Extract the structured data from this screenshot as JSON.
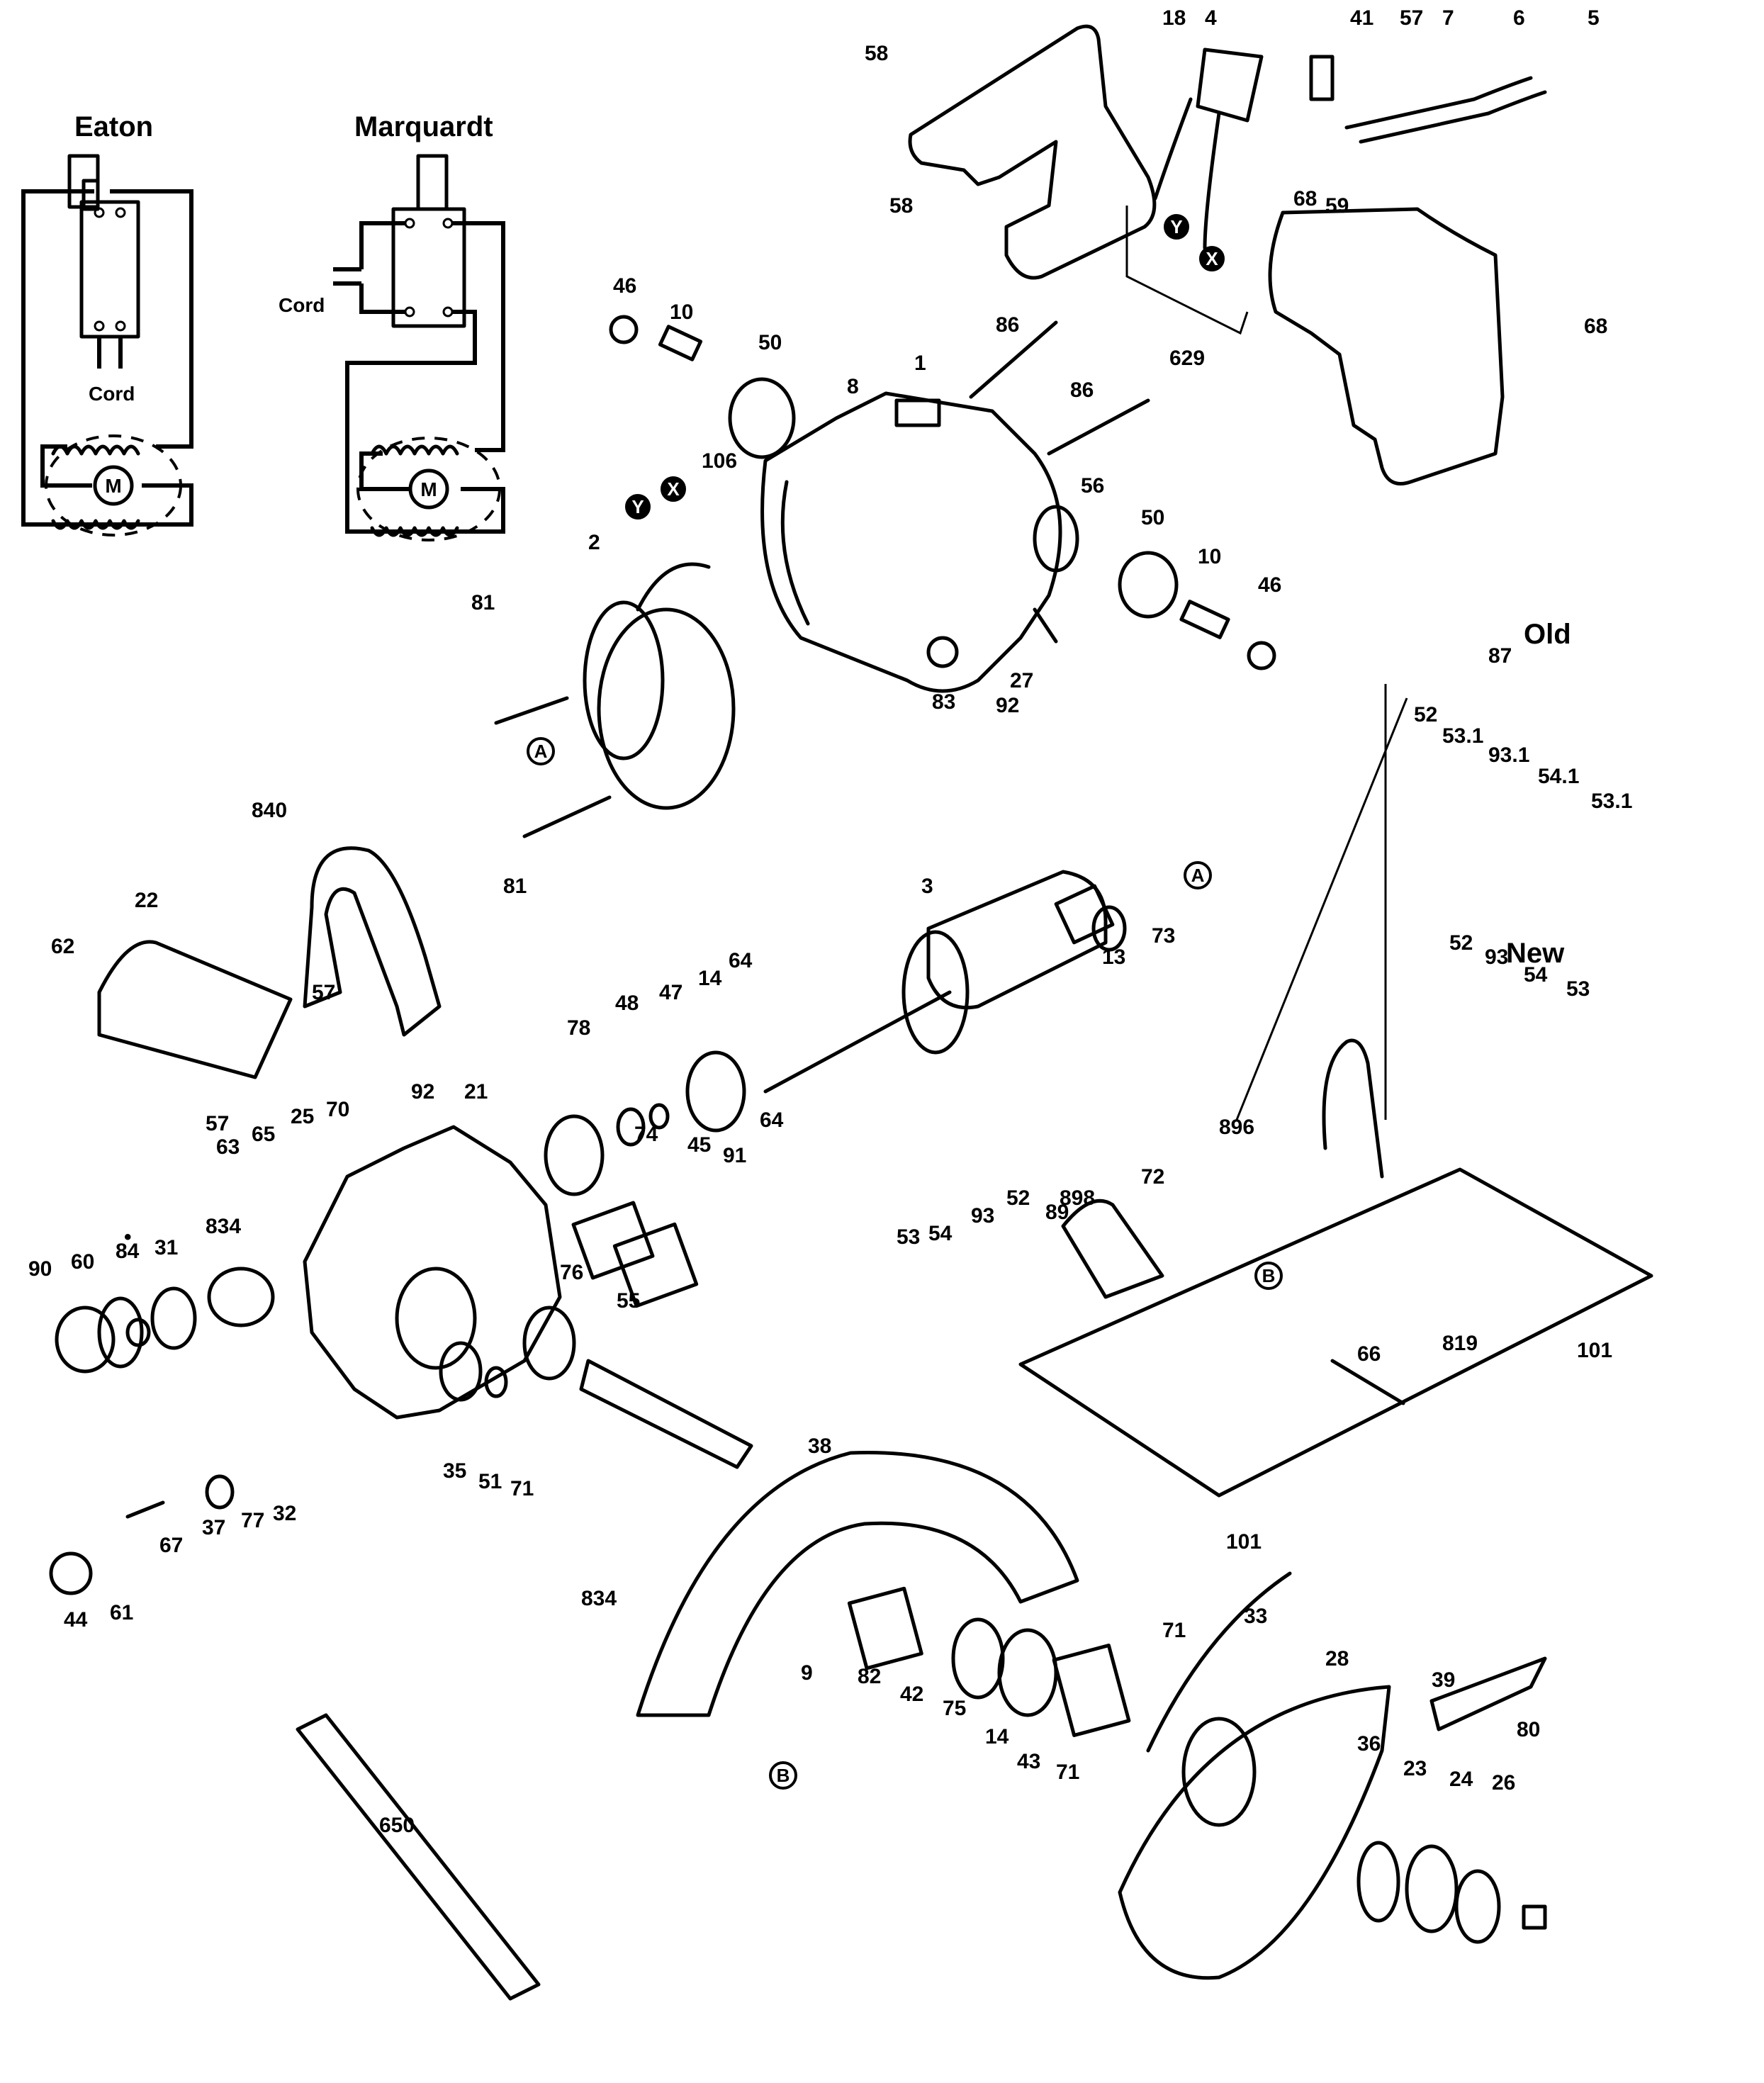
{
  "diagram": {
    "type": "exploded-parts-diagram",
    "wiring": {
      "eaton": {
        "title": "Eaton",
        "cord_label": "Cord",
        "motor_label": "M"
      },
      "marquardt": {
        "title": "Marquardt",
        "cord_label": "Cord",
        "motor_label": "M"
      }
    },
    "variants": {
      "old": {
        "title": "Old",
        "parts": [
          "52",
          "53.1",
          "87",
          "93.1",
          "54.1",
          "53.1"
        ]
      },
      "new": {
        "title": "New",
        "parts": [
          "52",
          "93",
          "54",
          "53"
        ]
      }
    },
    "callouts": {
      "A": "A",
      "B": "B",
      "X": "X",
      "Y": "Y"
    },
    "labels": {
      "p58a": "58",
      "p58b": "58",
      "p18": "18",
      "p4": "4",
      "p41": "41",
      "p57a": "57",
      "p7": "7",
      "p6": "6",
      "p5": "5",
      "p59": "59",
      "p68a": "68",
      "p68b": "68",
      "p629": "629",
      "p46a": "46",
      "p10a": "10",
      "p50a": "50",
      "p8": "8",
      "p1": "1",
      "p86a": "86",
      "p86b": "86",
      "p106": "106",
      "p56": "56",
      "p2": "2",
      "p81a": "81",
      "p81b": "81",
      "p50b": "50",
      "p10b": "10",
      "p46b": "46",
      "p83": "83",
      "p92a": "92",
      "p27": "27",
      "p840": "840",
      "p22": "22",
      "p62": "62",
      "p57b": "57",
      "p57c": "57",
      "p3": "3",
      "p13": "13",
      "p73": "73",
      "p64a": "64",
      "p64b": "64",
      "p14a": "14",
      "p47": "47",
      "p48": "48",
      "p78": "78",
      "p92b": "92",
      "p21": "21",
      "p70": "70",
      "p25": "25",
      "p65": "65",
      "p63": "63",
      "p74": "74",
      "p45": "45",
      "p91": "91",
      "p834a": "834",
      "p84": "84",
      "p84mark": "•",
      "p31": "31",
      "p60": "60",
      "p90": "90",
      "p76": "76",
      "p55": "55",
      "p35": "35",
      "p51": "51",
      "p71a": "71",
      "p834b": "834",
      "p67": "67",
      "p37": "37",
      "p77": "77",
      "p32": "32",
      "p44": "44",
      "p61": "61",
      "p38": "38",
      "p9": "9",
      "p82": "82",
      "p42": "42",
      "p75": "75",
      "p14b": "14",
      "p43": "43",
      "p71b": "71",
      "p71c": "71",
      "p33": "33",
      "p28": "28",
      "p39": "39",
      "p80": "80",
      "p36": "36",
      "p23": "23",
      "p24": "24",
      "p26": "26",
      "p650": "650",
      "p72": "72",
      "p898": "898",
      "p89": "89",
      "p93": "93",
      "p52": "52",
      "p54": "54",
      "p53": "53",
      "p896": "896",
      "p101a": "101",
      "p101b": "101",
      "p819": "819",
      "p66": "66",
      "o52": "52",
      "o53_1a": "53.1",
      "o87": "87",
      "o93_1": "93.1",
      "o54_1": "54.1",
      "o53_1b": "53.1",
      "n52": "52",
      "n93": "93",
      "n54": "54",
      "n53": "53"
    }
  }
}
